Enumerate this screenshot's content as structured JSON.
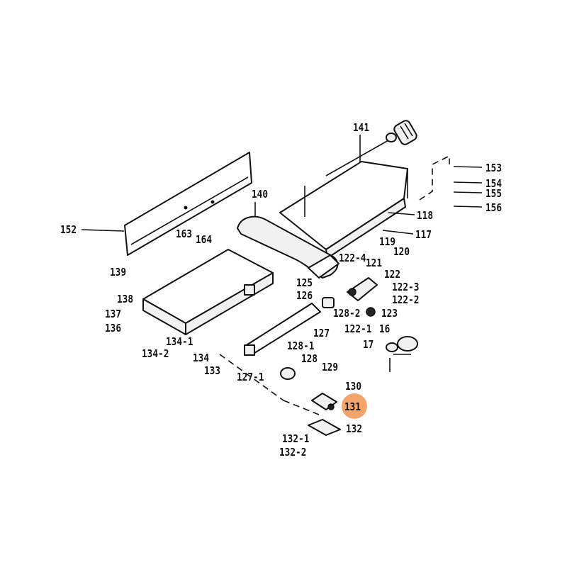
{
  "diagram": {
    "highlight_color": "#f4a56b",
    "highlighted_part": "131",
    "labels": {
      "l141": "141",
      "l153": "153",
      "l154": "154",
      "l155": "155",
      "l156": "156",
      "l118": "118",
      "l117": "117",
      "l119": "119",
      "l120": "120",
      "l140": "140",
      "l152": "152",
      "l163": "163",
      "l164": "164",
      "l139": "139",
      "l1224": "122-4",
      "l121": "121",
      "l122": "122",
      "l1223": "122-3",
      "l1222": "122-2",
      "l125": "125",
      "l126": "126",
      "l1282": "128-2",
      "l123": "123",
      "l1221": "122-1",
      "l138": "138",
      "l137": "137",
      "l136": "136",
      "l1341": "134-1",
      "l1342": "134-2",
      "l134": "134",
      "l127": "127",
      "l16": "16",
      "l17": "17",
      "l1281": "128-1",
      "l128": "128",
      "l133": "133",
      "l129": "129",
      "l1271": "127-1",
      "l130": "130",
      "l131": "131",
      "l132": "132",
      "l1321": "132-1",
      "l1322": "132-2"
    }
  }
}
